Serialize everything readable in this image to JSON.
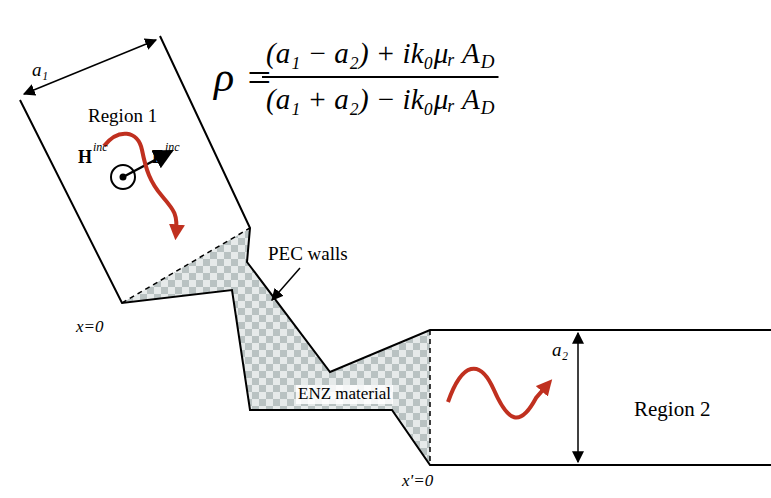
{
  "diagram": {
    "labels": [
      "ρ =",
      "(a₁ − a₂) + ik₀μᵣ A",
      "D",
      "(a₁ + a₂) − ik₀μᵣ A",
      "D",
      "a₁",
      "Region 1",
      "H",
      "inc",
      "E",
      "inc",
      "PEC walls",
      "x=0",
      "ENZ material",
      "a₂",
      "Region 2",
      "x'=0"
    ]
  }
}
